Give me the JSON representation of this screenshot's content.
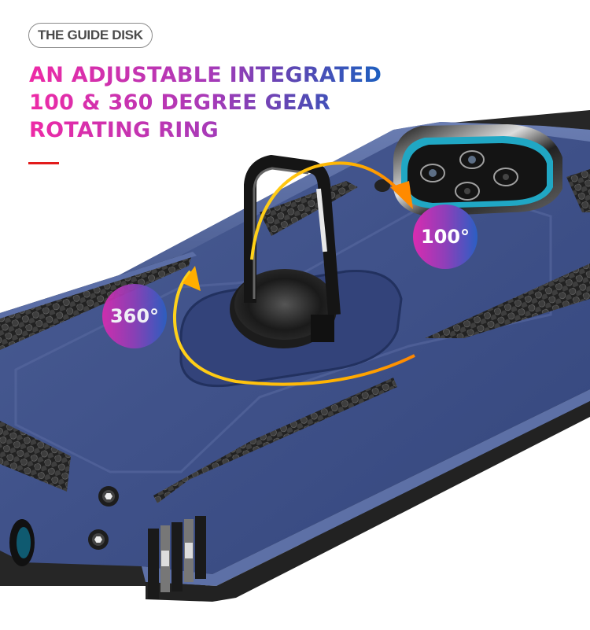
{
  "tag": {
    "label": "THE GUIDE DISK"
  },
  "headline": {
    "lines": [
      "AN ADJUSTABLE INTEGRATED",
      "100 & 360 DEGREE GEAR",
      "ROTATING RING"
    ],
    "gradient_colors": [
      "#ee2aa6",
      "#a83ab8",
      "#5a48b4",
      "#1f5fbf"
    ]
  },
  "accent_color": "#e21b1b",
  "badges": {
    "rotation_360": "360°",
    "rotation_100": "100°"
  },
  "product": {
    "case_color": "#3d4f86",
    "bumper_color": "#2a2a2a",
    "arrow_colors": [
      "#ffd21a",
      "#ff8c00"
    ]
  }
}
